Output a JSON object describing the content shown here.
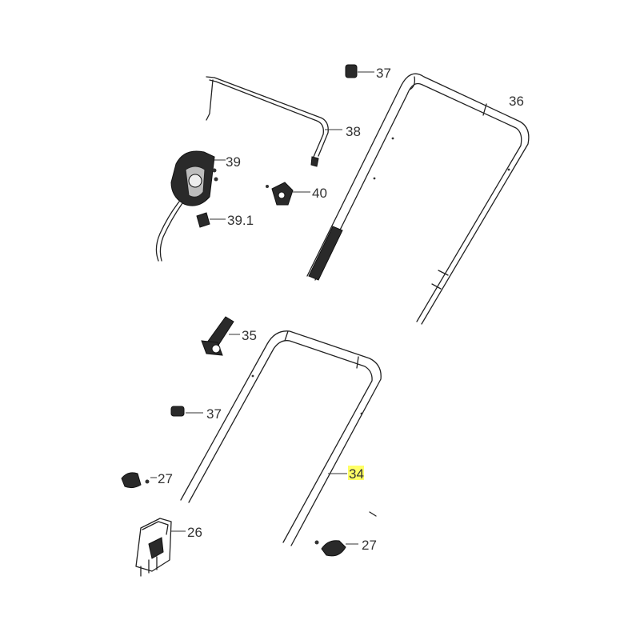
{
  "labels": {
    "p37_top": "37",
    "p36": "36",
    "p38": "38",
    "p39": "39",
    "p40": "40",
    "p39_1": "39.1",
    "p35": "35",
    "p37_mid": "37",
    "p27_left": "27",
    "p26": "26",
    "p34": "34",
    "p27_right": "27"
  },
  "highlight_color": "#ffff66"
}
